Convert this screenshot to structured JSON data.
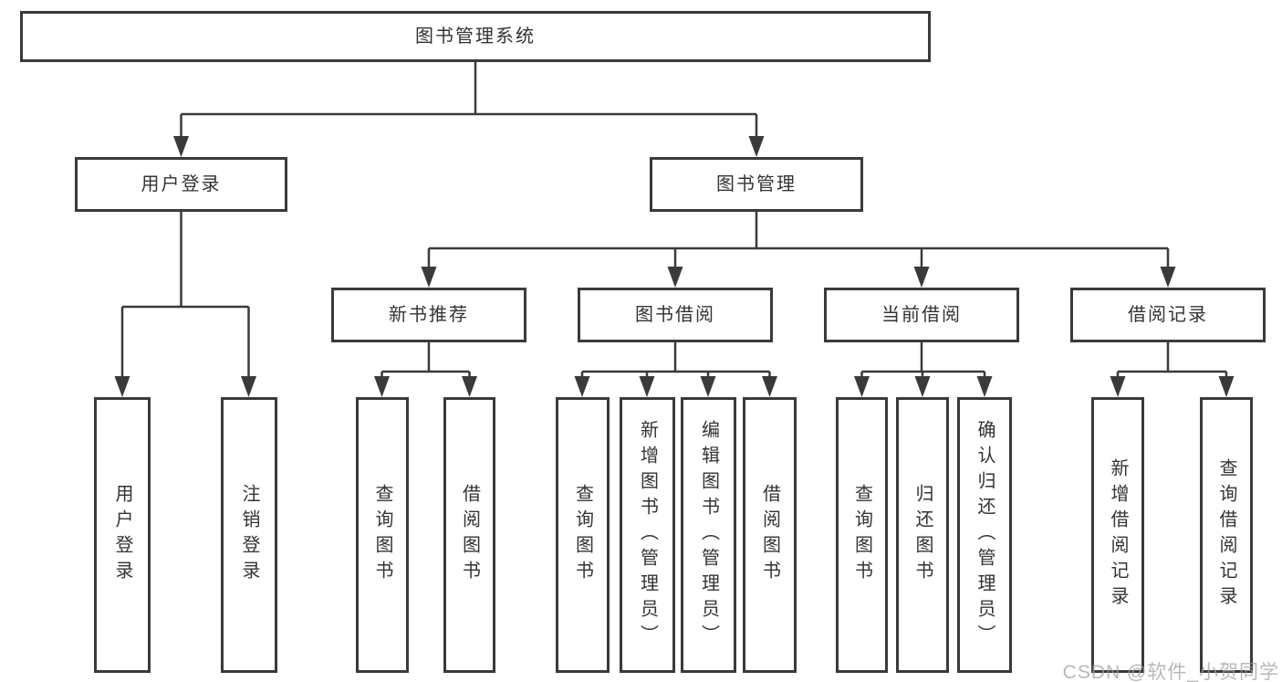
{
  "diagram": {
    "tree": {
      "label": "图书管理系统",
      "children": [
        {
          "label": "用户登录",
          "children": [
            {
              "label": "用户登录"
            },
            {
              "label": "注销登录"
            }
          ]
        },
        {
          "label": "图书管理",
          "children": [
            {
              "label": "新书推荐",
              "children": [
                {
                  "label": "查询图书"
                },
                {
                  "label": "借阅图书"
                }
              ]
            },
            {
              "label": "图书借阅",
              "children": [
                {
                  "label": "查询图书"
                },
                {
                  "label": "新增图书（管理员）"
                },
                {
                  "label": "编辑图书（管理员）"
                },
                {
                  "label": "借阅图书"
                }
              ]
            },
            {
              "label": "当前借阅",
              "children": [
                {
                  "label": "查询图书"
                },
                {
                  "label": "归还图书"
                },
                {
                  "label": "确认归还（管理员）"
                }
              ]
            },
            {
              "label": "借阅记录",
              "children": [
                {
                  "label": "新增借阅记录"
                },
                {
                  "label": "查询借阅记录"
                }
              ]
            }
          ]
        }
      ]
    },
    "colors": {
      "line": "#3a3a3a",
      "box_border": "#3a3a3a",
      "text": "#333333",
      "background": "#ffffff",
      "watermark": "#a0a0a0"
    }
  },
  "watermark": {
    "text": "CSDN @软件_小贺同学"
  }
}
